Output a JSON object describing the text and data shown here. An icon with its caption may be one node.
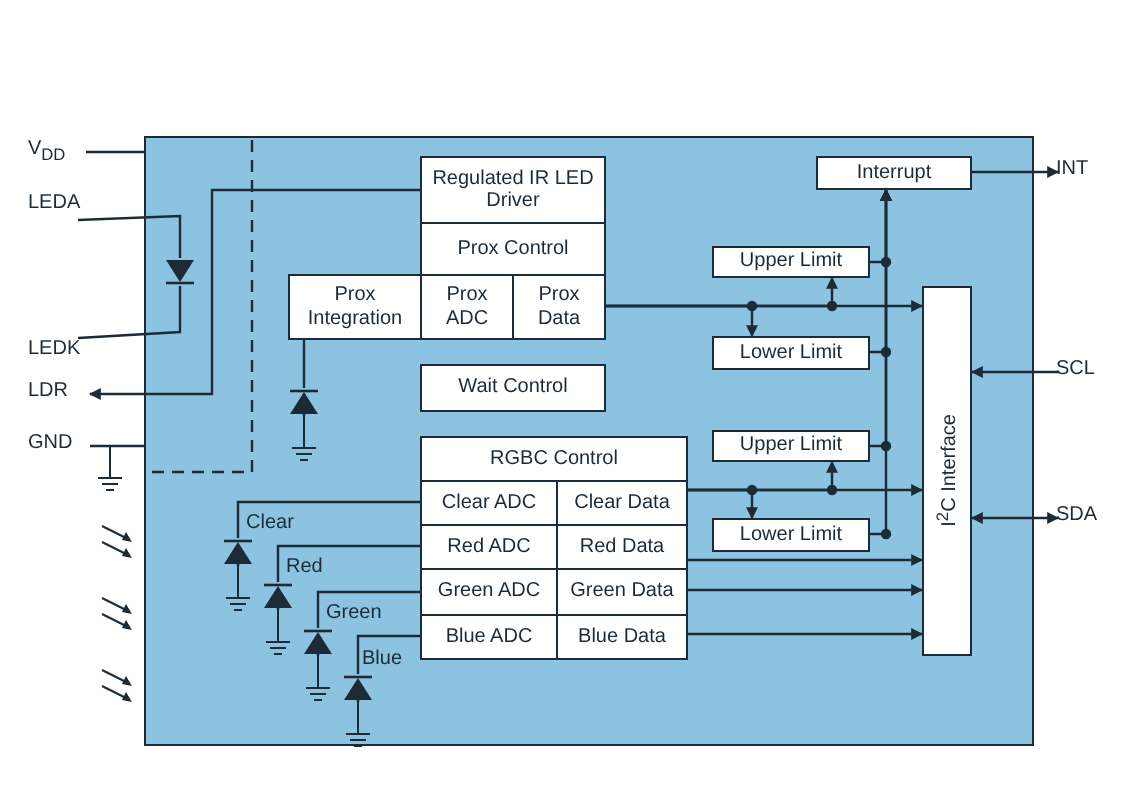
{
  "diagram": {
    "nodes": [
      {
        "text": [],
        "shape": "box"
      },
      {
        "text": [
          "V$_{DD}$"
        ]
      },
      {
        "text": [
          "LEDA"
        ]
      },
      {
        "text": [
          "LEDK"
        ]
      },
      {
        "text": [
          "LDR"
        ]
      },
      {
        "text": [
          "GND"
        ]
      },
      {
        "text": [],
        "shape": "diode",
        "in": 0
      },
      {
        "text": [
          "Regulated IR LED Driver"
        ],
        "in": 0
      },
      {
        "text": [
          "Prox Control"
        ],
        "in": 0
      },
      {
        "text": [
          "Prox Integration"
        ],
        "in": 0
      },
      {
        "text": [
          "Prox ADC"
        ],
        "in": 0
      },
      {
        "text": [
          "Prox Data"
        ],
        "in": 0
      },
      {
        "text": [],
        "shape": "diode",
        "in": 0
      },
      {
        "text": [
          "Wait Control"
        ],
        "in": 0
      },
      {
        "text": [
          "RGBC Control"
        ],
        "in": 0
      },
      {
        "text": [
          "Clear ADC"
        ],
        "in": 0
      },
      {
        "text": [
          "Clear Data"
        ],
        "in": 0
      },
      {
        "text": [
          "Red ADC"
        ],
        "in": 0
      },
      {
        "text": [
          "Red Data"
        ],
        "in": 0
      },
      {
        "text": [
          "Green ADC"
        ],
        "in": 0
      },
      {
        "text": [
          "Green Data"
        ],
        "in": 0
      },
      {
        "text": [
          "Blue ADC"
        ],
        "in": 0
      },
      {
        "text": [
          "Blue Data"
        ],
        "in": 0
      },
      {
        "text": [],
        "shape": "diode",
        "in": 0,
        "beside": [
          "Clear"
        ]
      },
      {
        "text": [],
        "shape": "diode",
        "in": 0,
        "beside": [
          "Red"
        ]
      },
      {
        "text": [],
        "shape": "diode",
        "in": 0,
        "beside": [
          "Green"
        ]
      },
      {
        "text": [],
        "shape": "diode",
        "in": 0,
        "beside": [
          "Blue"
        ]
      },
      {
        "text": [
          "Interrupt"
        ],
        "in": 0
      },
      {
        "text": [
          "Upper Limit"
        ],
        "in": 0
      },
      {
        "text": [
          "Lower Limit"
        ],
        "in": 0
      },
      {
        "text": [
          "Upper Limit"
        ],
        "in": 0
      },
      {
        "text": [
          "Lower Limit"
        ],
        "in": 0
      },
      {
        "text": [
          "I$^{2}$C Interface"
        ],
        "in": 0
      },
      {
        "text": [
          "INT"
        ]
      },
      {
        "text": [
          "SCL"
        ]
      },
      {
        "text": [
          "SDA"
        ]
      }
    ],
    "edges": [
      {
        "from": 1,
        "to": 0,
        "arrow": "none"
      },
      {
        "from": 2,
        "to": 6,
        "arrow": "none"
      },
      {
        "from": 6,
        "to": 3,
        "arrow": "none"
      },
      {
        "from": 7,
        "to": 4,
        "arrow": "to"
      },
      {
        "from": 5,
        "to": 0,
        "arrow": "none"
      },
      {
        "from": 12,
        "to": 9,
        "arrow": "none"
      },
      {
        "from": 11,
        "to": 32,
        "arrow": "to"
      },
      {
        "from": 11,
        "to": 28,
        "arrow": "to"
      },
      {
        "from": 11,
        "to": 29,
        "arrow": "to"
      },
      {
        "from": 28,
        "to": 27,
        "arrow": "to"
      },
      {
        "from": 29,
        "to": 27,
        "arrow": "to"
      },
      {
        "from": 30,
        "to": 27,
        "arrow": "to"
      },
      {
        "from": 31,
        "to": 27,
        "arrow": "to"
      },
      {
        "from": 16,
        "to": 32,
        "arrow": "to"
      },
      {
        "from": 16,
        "to": 30,
        "arrow": "to"
      },
      {
        "from": 16,
        "to": 31,
        "arrow": "to"
      },
      {
        "from": 18,
        "to": 32,
        "arrow": "to"
      },
      {
        "from": 20,
        "to": 32,
        "arrow": "to"
      },
      {
        "from": 22,
        "to": 32,
        "arrow": "to"
      },
      {
        "from": 23,
        "to": 15,
        "arrow": "none"
      },
      {
        "from": 24,
        "to": 17,
        "arrow": "none"
      },
      {
        "from": 25,
        "to": 19,
        "arrow": "none"
      },
      {
        "from": 26,
        "to": 21,
        "arrow": "none"
      },
      {
        "from": 27,
        "to": 33,
        "arrow": "to"
      },
      {
        "from": 34,
        "to": 32,
        "arrow": "to"
      },
      {
        "from": 32,
        "to": 35,
        "arrow": "both"
      }
    ]
  }
}
